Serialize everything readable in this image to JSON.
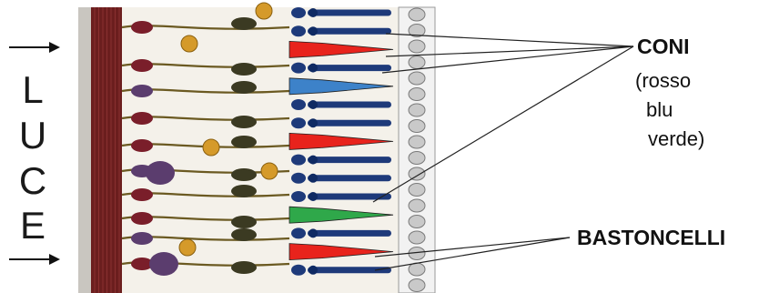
{
  "side_label": {
    "letters": [
      "L",
      "U",
      "C",
      "E"
    ]
  },
  "labels": {
    "coni": "CONI",
    "coni_detail": [
      "(rosso",
      "blu",
      "verde)"
    ],
    "bastoncelli": "BASTONCELLI"
  },
  "colors": {
    "red_cone": "#e8231c",
    "blue_cone": "#3d82c9",
    "green_cone": "#2fa84a",
    "rod": "#1e3a7a",
    "tissue": "#6b1e1e",
    "fiber": "#6b5a22",
    "amacrine": "#d59a2a",
    "ganglion": "#5b3d6e"
  },
  "cone_rows": [
    "red",
    "blue",
    "red",
    "green",
    "red"
  ],
  "photoreceptor_row_count": 15
}
